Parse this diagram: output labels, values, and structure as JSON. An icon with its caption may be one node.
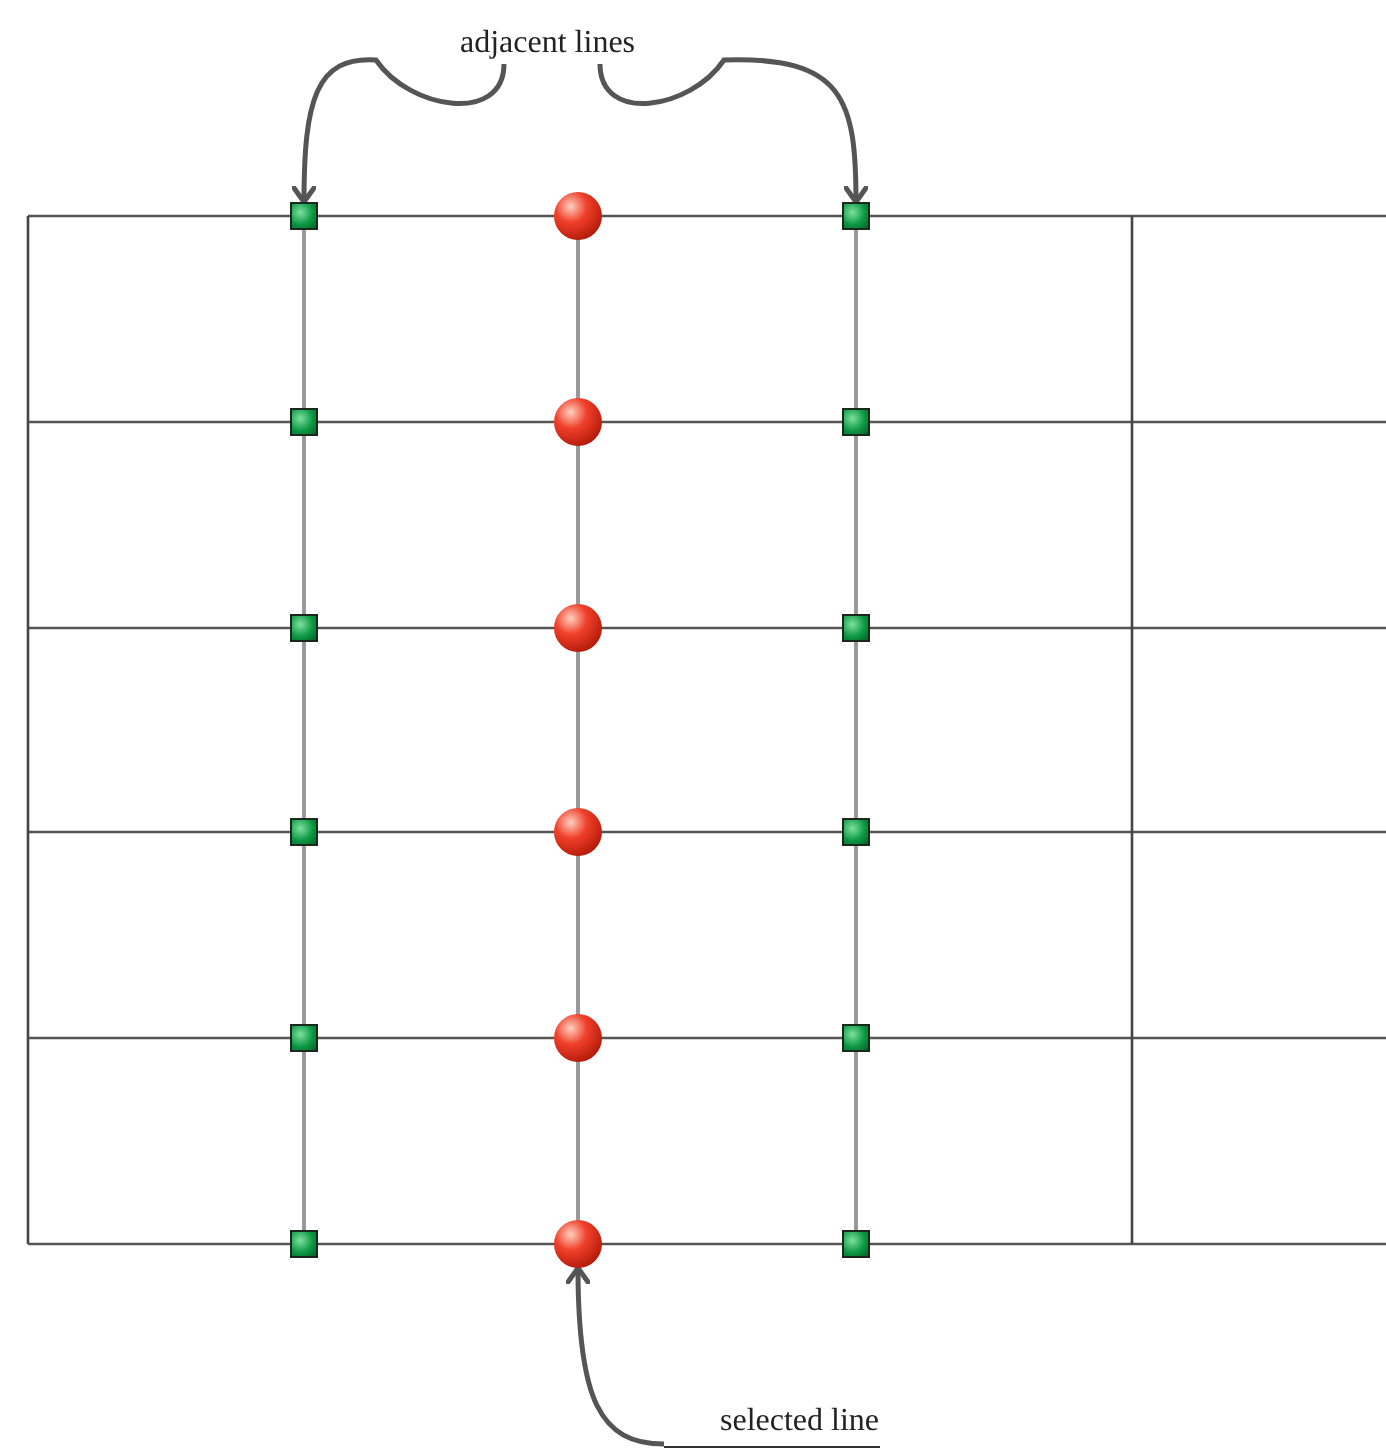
{
  "diagram": {
    "nodes": [
      {
        "text": [
          "adjacent lines"
        ]
      },
      {
        "text": [
          "selected line"
        ]
      },
      {
        "text": [],
        "shape": "box"
      },
      {
        "text": [],
        "shape": "circle"
      },
      {
        "text": [],
        "shape": "box"
      },
      {
        "text": [],
        "shape": "box"
      },
      {
        "text": [],
        "shape": "circle"
      },
      {
        "text": [],
        "shape": "box"
      },
      {
        "text": [],
        "shape": "box"
      },
      {
        "text": [],
        "shape": "circle"
      },
      {
        "text": [],
        "shape": "box"
      },
      {
        "text": [],
        "shape": "box"
      },
      {
        "text": [],
        "shape": "circle"
      },
      {
        "text": [],
        "shape": "box"
      },
      {
        "text": [],
        "shape": "box"
      },
      {
        "text": [],
        "shape": "circle"
      },
      {
        "text": [],
        "shape": "box"
      },
      {
        "text": [],
        "shape": "box"
      },
      {
        "text": [],
        "shape": "circle"
      },
      {
        "text": [],
        "shape": "box"
      }
    ],
    "edges": [
      {
        "from": 0,
        "to": 2,
        "arrow": "to"
      },
      {
        "from": 0,
        "to": 4,
        "arrow": "to"
      },
      {
        "from": 1,
        "to": 18,
        "arrow": "to"
      }
    ]
  }
}
